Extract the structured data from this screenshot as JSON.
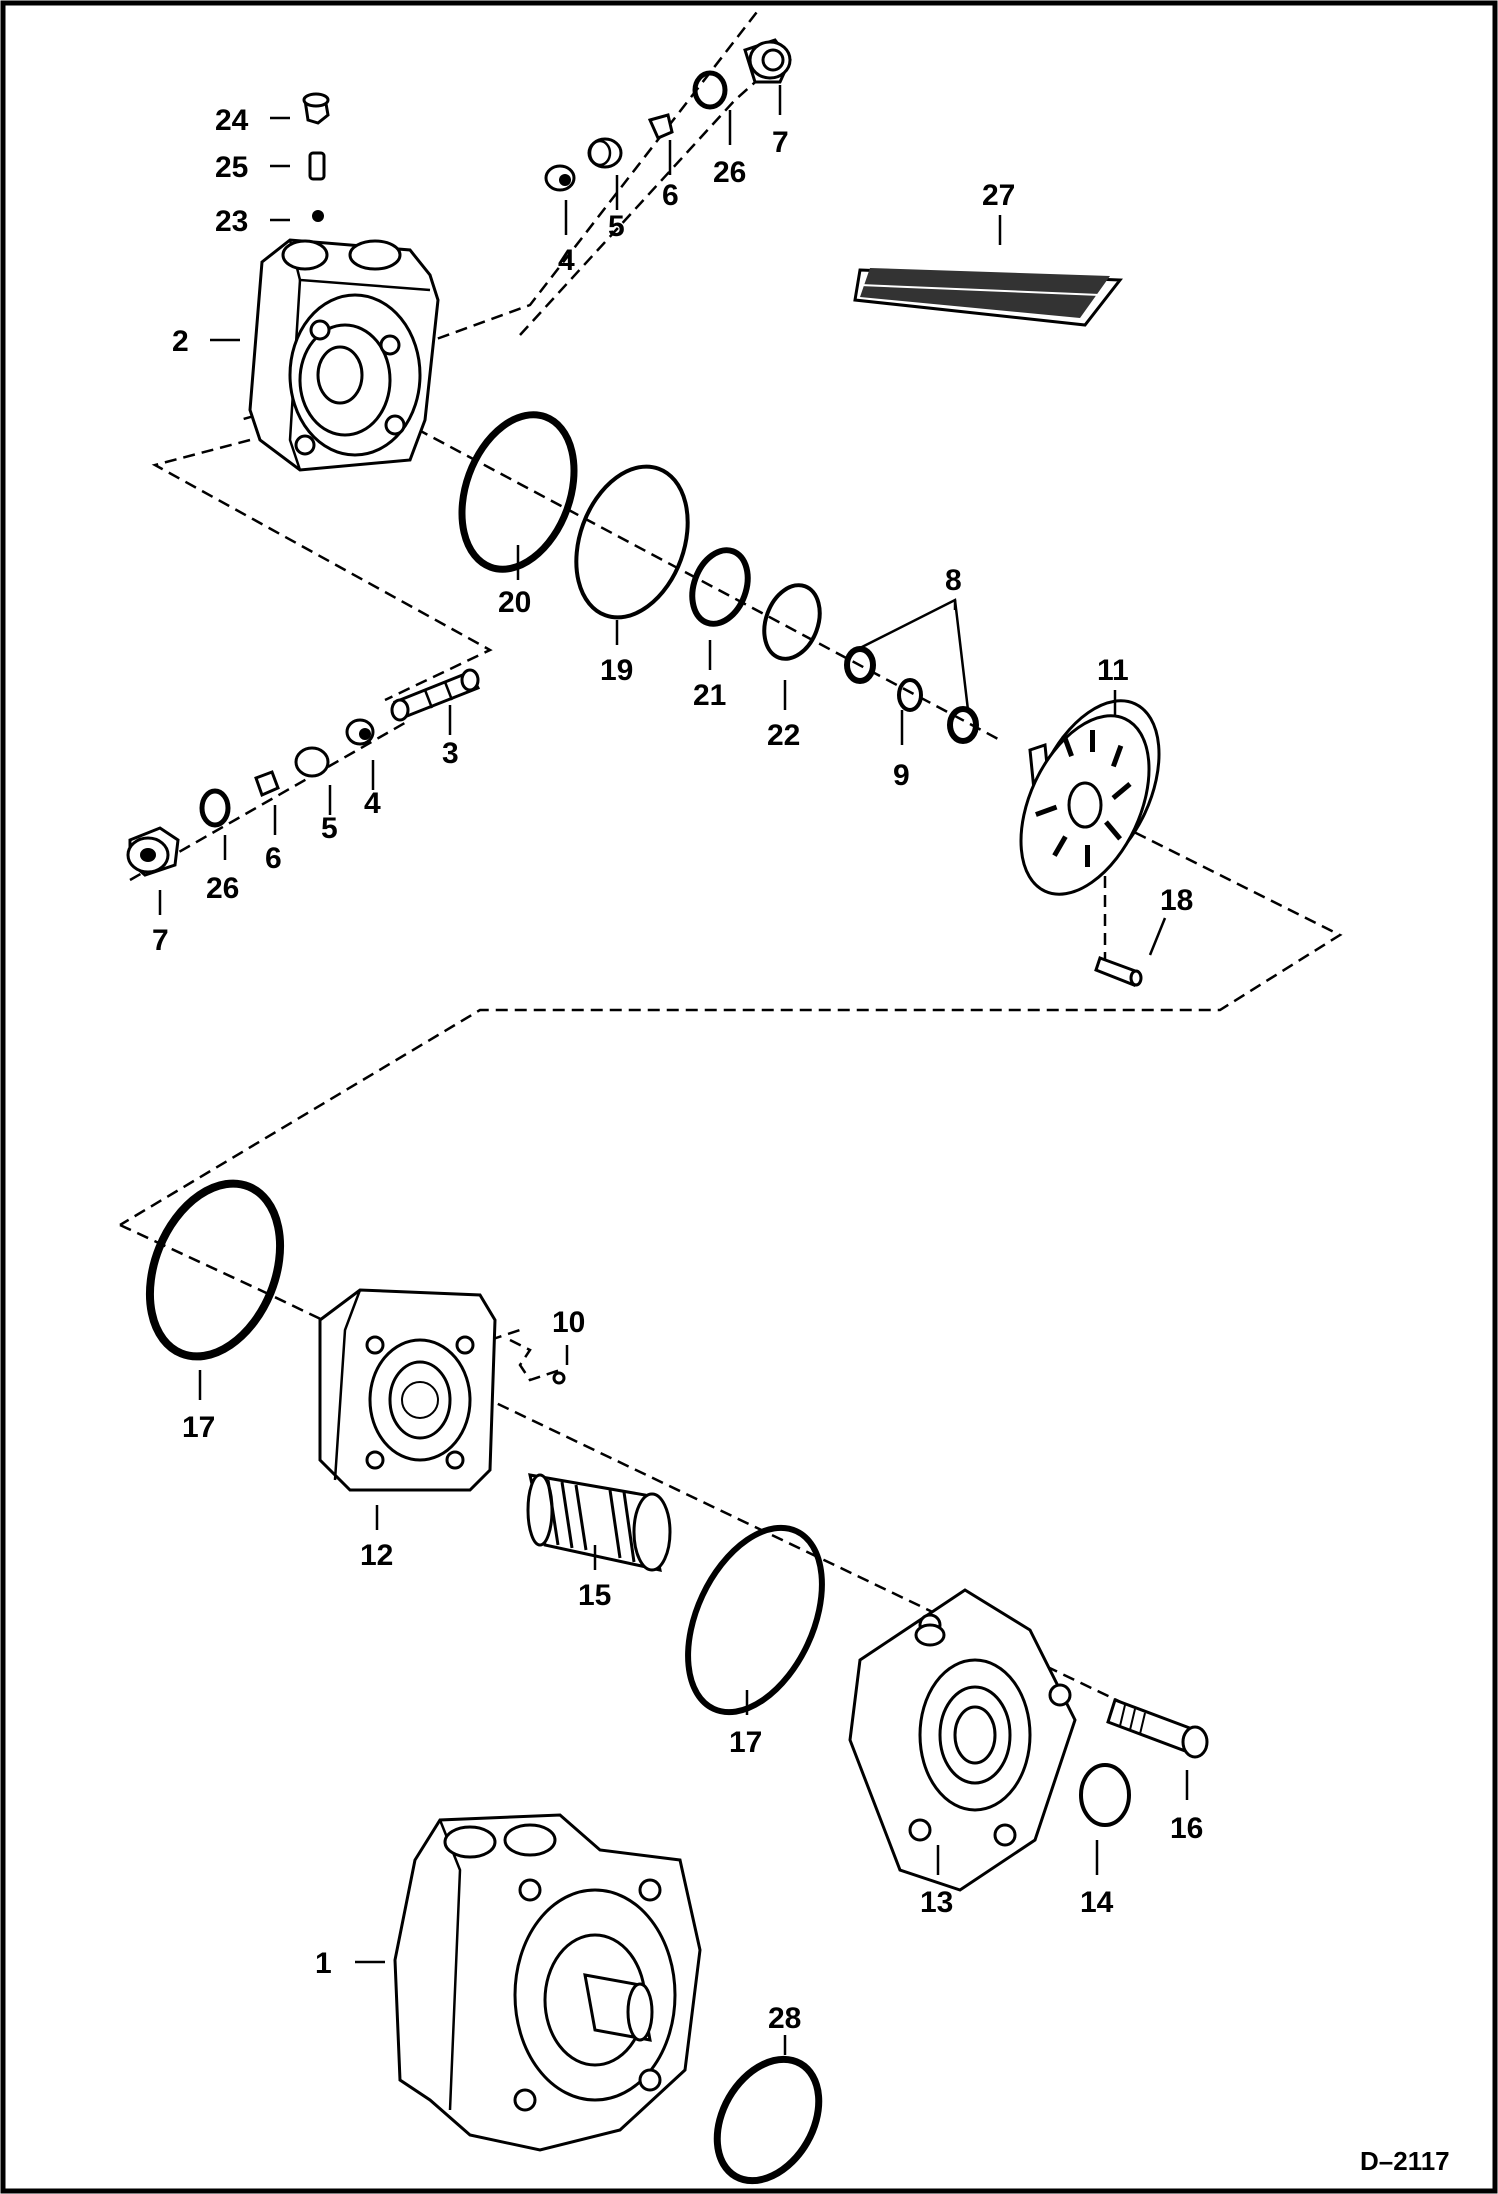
{
  "diagram": {
    "drawing_code": "D–2117",
    "parts": [
      {
        "id": "1",
        "label": "1"
      },
      {
        "id": "2",
        "label": "2"
      },
      {
        "id": "3",
        "label": "3"
      },
      {
        "id": "4a",
        "label": "4"
      },
      {
        "id": "4b",
        "label": "4"
      },
      {
        "id": "5a",
        "label": "5"
      },
      {
        "id": "5b",
        "label": "5"
      },
      {
        "id": "6a",
        "label": "6"
      },
      {
        "id": "6b",
        "label": "6"
      },
      {
        "id": "7a",
        "label": "7"
      },
      {
        "id": "7b",
        "label": "7"
      },
      {
        "id": "8",
        "label": "8"
      },
      {
        "id": "9",
        "label": "9"
      },
      {
        "id": "10",
        "label": "10"
      },
      {
        "id": "11",
        "label": "11"
      },
      {
        "id": "12",
        "label": "12"
      },
      {
        "id": "13",
        "label": "13"
      },
      {
        "id": "14",
        "label": "14"
      },
      {
        "id": "15",
        "label": "15"
      },
      {
        "id": "16",
        "label": "16"
      },
      {
        "id": "17a",
        "label": "17"
      },
      {
        "id": "17b",
        "label": "17"
      },
      {
        "id": "18",
        "label": "18"
      },
      {
        "id": "19",
        "label": "19"
      },
      {
        "id": "20",
        "label": "20"
      },
      {
        "id": "21",
        "label": "21"
      },
      {
        "id": "22",
        "label": "22"
      },
      {
        "id": "23",
        "label": "23"
      },
      {
        "id": "24",
        "label": "24"
      },
      {
        "id": "25",
        "label": "25"
      },
      {
        "id": "26a",
        "label": "26"
      },
      {
        "id": "26b",
        "label": "26"
      },
      {
        "id": "27",
        "label": "27"
      },
      {
        "id": "28",
        "label": "28"
      }
    ]
  }
}
